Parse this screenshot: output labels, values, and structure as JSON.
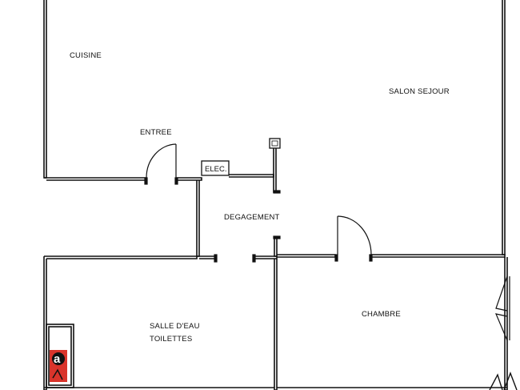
{
  "plan": {
    "rooms": {
      "cuisine": "CUISINE",
      "salon": "SALON SEJOUR",
      "entree": "ENTREE",
      "degagement": "DEGAGEMENT",
      "salle_eau_line1": "SALLE D'EAU",
      "salle_eau_line2": "TOILETTES",
      "chambre": "CHAMBRE"
    },
    "elec_label": "ELEC.",
    "colors": {
      "wall": "#111111",
      "background": "#ffffff",
      "logo_red": "#d9342b"
    },
    "logo_mark": "a"
  }
}
